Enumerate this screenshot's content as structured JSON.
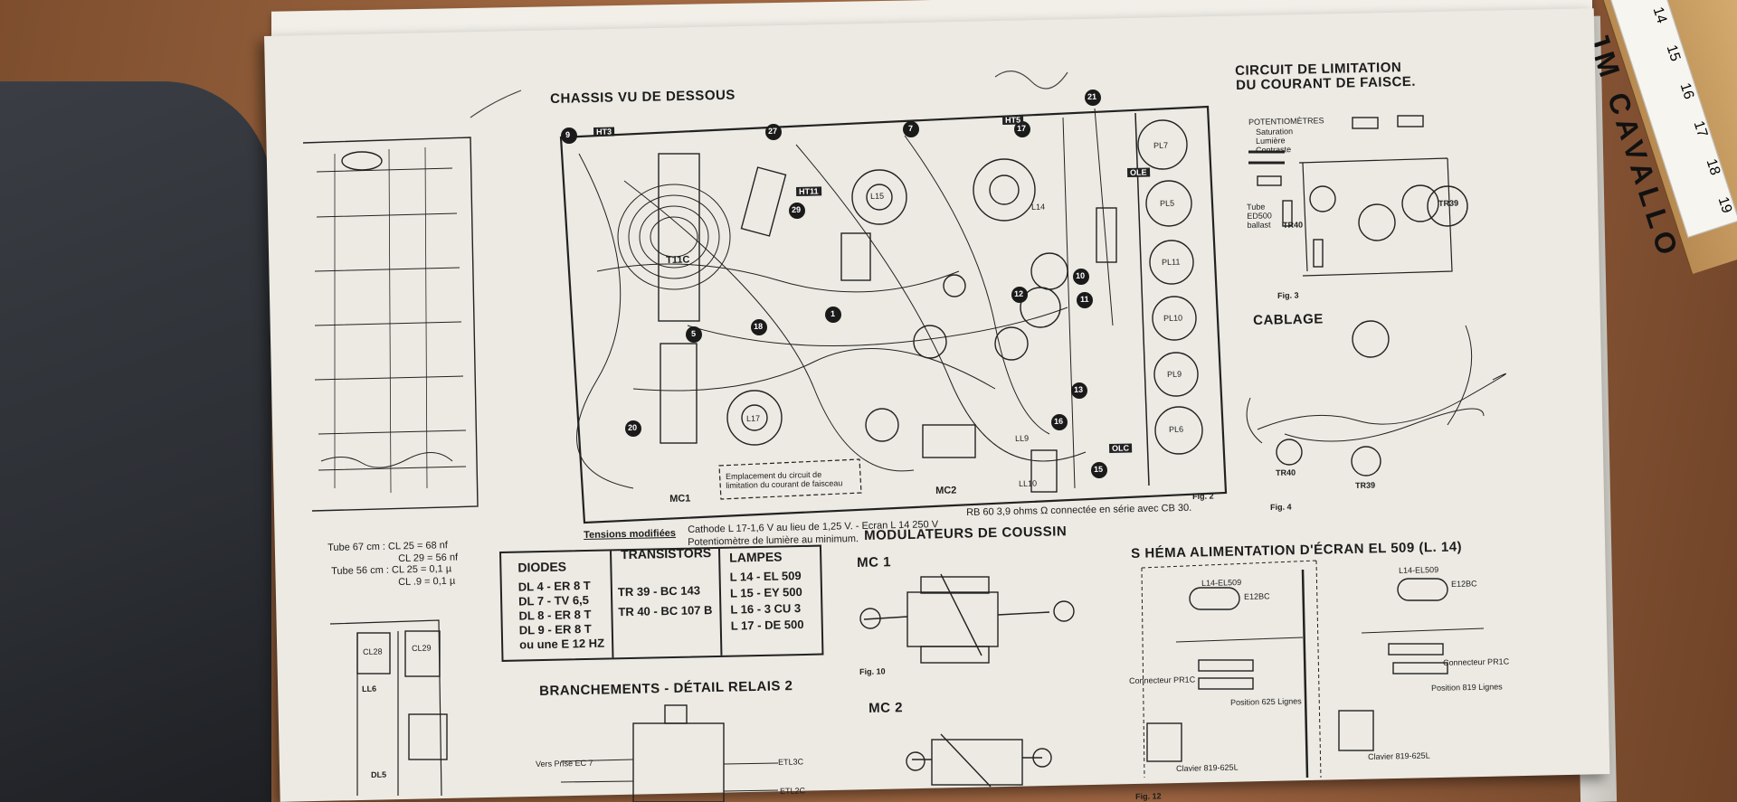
{
  "overlay": {
    "tape_label": "JM CAVALLO",
    "ruler_numbers": [
      "14",
      "15",
      "16",
      "17",
      "18",
      "19"
    ]
  },
  "titles": {
    "chassis": "CHASSIS VU DE DESSOUS",
    "circuit_line1": "CIRCUIT DE LIMITATION",
    "circuit_line2": "DU COURANT DE FAISCE.",
    "cablage": "CABLAGE",
    "modulateurs": "MODULATEURS DE COUSSIN",
    "schema": "S HÉMA ALIMENTATION D'ÉCRAN EL 509 (L. 14)",
    "branchements": "BRANCHEMENTS - DÉTAIL RELAIS 2"
  },
  "notes": {
    "tensions_label": "Tensions modifiées",
    "tensions_text": "Cathode L 17-1,6 V au lieu de 1,25 V. - Ecran L 14 250 V",
    "tensions_text2": "Potentiomètre de lumière au minimum.",
    "rb60": "RB 60 3,9 ohms Ω connectée en série avec CB 30.",
    "tube67_a": "Tube 67 cm : CL 25 = 68 nf",
    "tube67_b": "CL 29 = 56 nf",
    "tube56_a": "Tube 56 cm : CL 25 = 0,1 µ",
    "tube56_b": "CL .9 = 0,1 µ",
    "emplacement": "Emplacement du circuit de limitation du courant de faisceau"
  },
  "figures": {
    "fig2": "Fig. 2",
    "fig3": "Fig. 3",
    "fig4": "Fig. 4",
    "fig10": "Fig. 10",
    "fig12": "Fig. 12"
  },
  "labels": {
    "mc1": "MC 1",
    "mc2": "MC 2",
    "mc1_chassis": "MC1",
    "mc2_chassis": "MC2",
    "ht3": "HT3",
    "ht5": "HT5",
    "ht11": "HT11",
    "olc": "OLC",
    "ole": "OLE",
    "t11c": "T11C",
    "l15": "L15",
    "l14": "L14",
    "l17": "L17",
    "ll9": "LL9",
    "ll10": "LL10",
    "pl7": "PL7",
    "pl5": "PL5",
    "pl11": "PL11",
    "pl10": "PL10",
    "pl9": "PL9",
    "pl6": "PL6",
    "cl28": "CL28",
    "cl29": "CL29",
    "ll6": "LL6",
    "dl5": "DL5",
    "tr40": "TR40",
    "tr39": "TR39",
    "e12bc": "E12BC",
    "potentiometres": "POTENTIOMÈTRES",
    "saturation": "Saturation",
    "lumiere": "Lumière",
    "contraste": "Contraste",
    "tube_ed500": "Tube ED500 ballast",
    "vers_prise_ec7": "Vers Prise EC 7",
    "etl3c": "ETL3C",
    "etl2c": "ETL2C",
    "connecteur_pr1c": "Connecteur PR1C",
    "position_625": "Position 625 Lignes",
    "position_819": "Position 819 Lignes",
    "clavier_819_625": "Clavier 819-625L",
    "l14_el509": "L14-EL509"
  },
  "nodes": [
    "9",
    "27",
    "7",
    "17",
    "21",
    "29",
    "1",
    "5",
    "18",
    "20",
    "12",
    "11",
    "10",
    "13",
    "16",
    "15"
  ],
  "table": {
    "headers": [
      "DIODES",
      "TRANSISTORS",
      "LAMPES"
    ],
    "diodes": [
      "DL 4 - ER 8 T",
      "DL 7 - TV 6,5",
      "DL 8 - ER 8 T",
      "DL 9 - ER 8 T",
      "ou une E 12 HZ"
    ],
    "transistors": [
      "TR 39 - BC 143",
      "TR 40 - BC 107 B"
    ],
    "lampes": [
      "L 14 - EL 509",
      "L 15 - EY 500",
      "L 16 - 3 CU 3",
      "L 17 - DE 500"
    ]
  }
}
